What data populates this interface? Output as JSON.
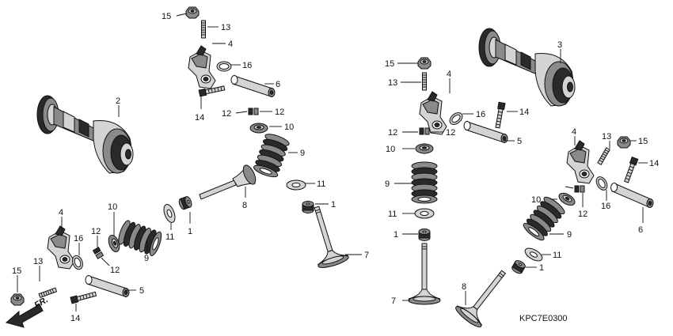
{
  "diagram_code": "KPC7E0300",
  "direction_label": "FR.",
  "callouts": [
    {
      "id": "c15a",
      "label": "15"
    },
    {
      "id": "c13a",
      "label": "13"
    },
    {
      "id": "c4a",
      "label": "4"
    },
    {
      "id": "c16a",
      "label": "16"
    },
    {
      "id": "c6a",
      "label": "6"
    },
    {
      "id": "c14a",
      "label": "14"
    },
    {
      "id": "c12a",
      "label": "12"
    },
    {
      "id": "c12b",
      "label": "12"
    },
    {
      "id": "c10a",
      "label": "10"
    },
    {
      "id": "c9a",
      "label": "9"
    },
    {
      "id": "c11a",
      "label": "11"
    },
    {
      "id": "c1a",
      "label": "1"
    },
    {
      "id": "c7a",
      "label": "7"
    },
    {
      "id": "c2",
      "label": "2"
    },
    {
      "id": "c8a",
      "label": "8"
    },
    {
      "id": "c10b",
      "label": "10"
    },
    {
      "id": "c11b",
      "label": "11"
    },
    {
      "id": "c1b",
      "label": "1"
    },
    {
      "id": "c9b",
      "label": "9"
    },
    {
      "id": "c12c",
      "label": "12"
    },
    {
      "id": "c12d",
      "label": "12"
    },
    {
      "id": "c4b",
      "label": "4"
    },
    {
      "id": "c16b",
      "label": "16"
    },
    {
      "id": "c13b",
      "label": "13"
    },
    {
      "id": "c15b",
      "label": "15"
    },
    {
      "id": "c14b",
      "label": "14"
    },
    {
      "id": "c5a",
      "label": "5"
    },
    {
      "id": "c3",
      "label": "3"
    },
    {
      "id": "c15c",
      "label": "15"
    },
    {
      "id": "c13c",
      "label": "13"
    },
    {
      "id": "c4c",
      "label": "4"
    },
    {
      "id": "c16c",
      "label": "16"
    },
    {
      "id": "c14c",
      "label": "14"
    },
    {
      "id": "c12e",
      "label": "12"
    },
    {
      "id": "c12f",
      "label": "12"
    },
    {
      "id": "c10c",
      "label": "10"
    },
    {
      "id": "c5b",
      "label": "5"
    },
    {
      "id": "c9c",
      "label": "9"
    },
    {
      "id": "c11c",
      "label": "11"
    },
    {
      "id": "c1c",
      "label": "1"
    },
    {
      "id": "c7b",
      "label": "7"
    },
    {
      "id": "c4d",
      "label": "4"
    },
    {
      "id": "c13d",
      "label": "13"
    },
    {
      "id": "c15d",
      "label": "15"
    },
    {
      "id": "c14d",
      "label": "14"
    },
    {
      "id": "c10d",
      "label": "10"
    },
    {
      "id": "c12g",
      "label": "12"
    },
    {
      "id": "c16d",
      "label": "16"
    },
    {
      "id": "c6b",
      "label": "6"
    },
    {
      "id": "c9d",
      "label": "9"
    },
    {
      "id": "c11d",
      "label": "11"
    },
    {
      "id": "c1d",
      "label": "1"
    },
    {
      "id": "c8b",
      "label": "8"
    }
  ]
}
